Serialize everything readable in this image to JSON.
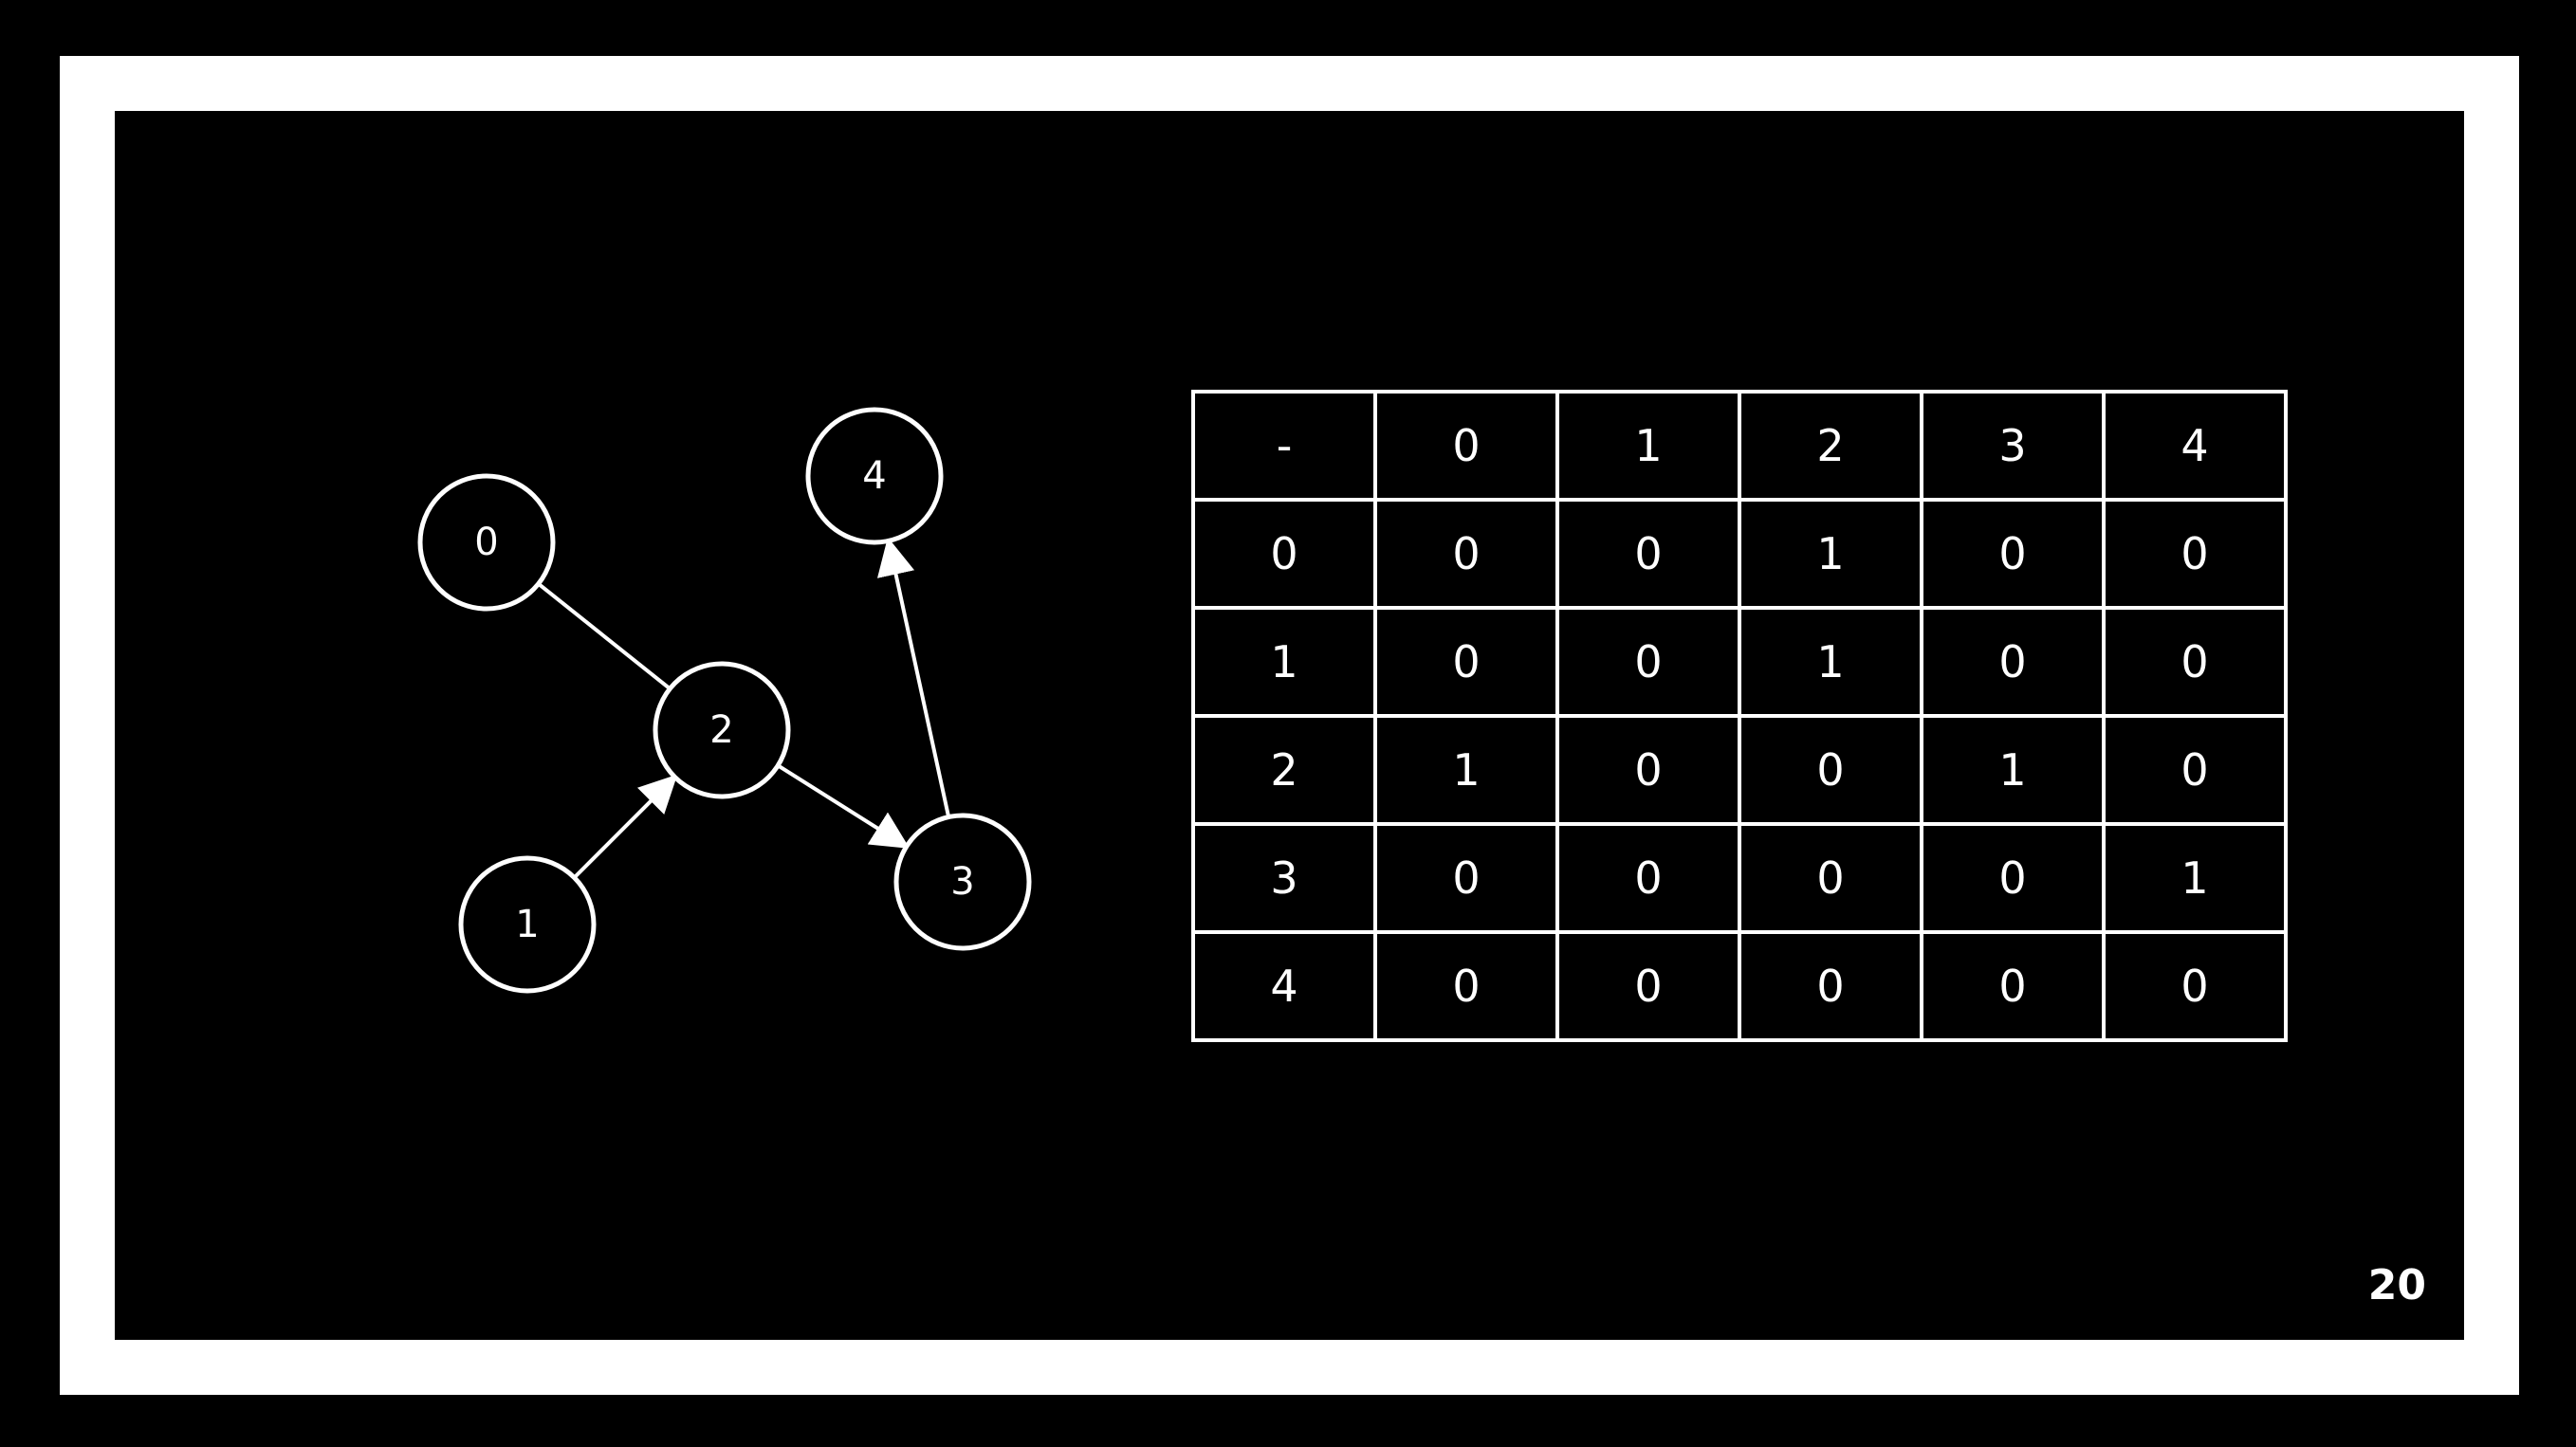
{
  "graph": {
    "nodes": [
      {
        "id": "0",
        "label": "0"
      },
      {
        "id": "1",
        "label": "1"
      },
      {
        "id": "2",
        "label": "2"
      },
      {
        "id": "3",
        "label": "3"
      },
      {
        "id": "4",
        "label": "4"
      }
    ],
    "edges": [
      {
        "from": "0",
        "to": "2",
        "directed": false
      },
      {
        "from": "1",
        "to": "2",
        "directed": true
      },
      {
        "from": "2",
        "to": "3",
        "directed": true
      },
      {
        "from": "3",
        "to": "4",
        "directed": true
      }
    ]
  },
  "matrix": {
    "header": [
      "-",
      "0",
      "1",
      "2",
      "3",
      "4"
    ],
    "rows": [
      [
        "0",
        "0",
        "0",
        "1",
        "0",
        "0"
      ],
      [
        "1",
        "0",
        "0",
        "1",
        "0",
        "0"
      ],
      [
        "2",
        "1",
        "0",
        "0",
        "1",
        "0"
      ],
      [
        "3",
        "0",
        "0",
        "0",
        "0",
        "1"
      ],
      [
        "4",
        "0",
        "0",
        "0",
        "0",
        "0"
      ]
    ]
  },
  "slide": {
    "page_number": "20"
  },
  "colors": {
    "background": "#000000",
    "frame": "#ffffff",
    "stroke": "#ffffff"
  }
}
